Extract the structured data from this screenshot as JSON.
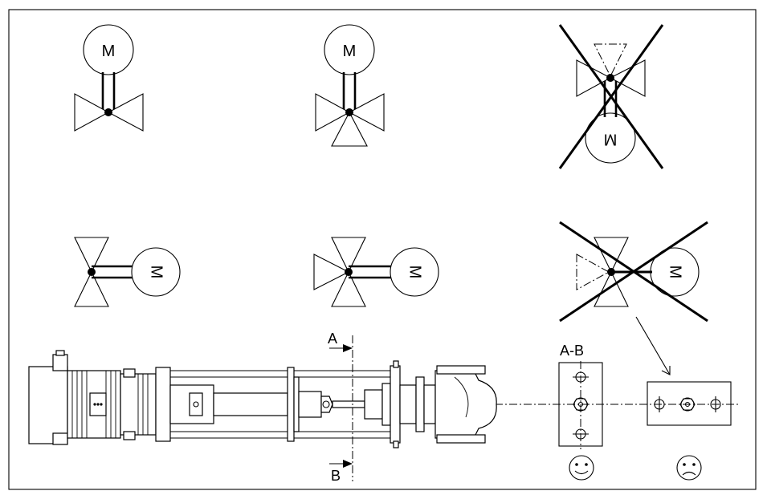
{
  "motor_letter": "M",
  "section": {
    "a": "A",
    "b": "B",
    "ab": "A-B"
  },
  "faces": {
    "correct": "smiley-face-icon",
    "incorrect": "frowning-face-icon"
  },
  "marks": {
    "incorrect": "cross-out-icon"
  }
}
